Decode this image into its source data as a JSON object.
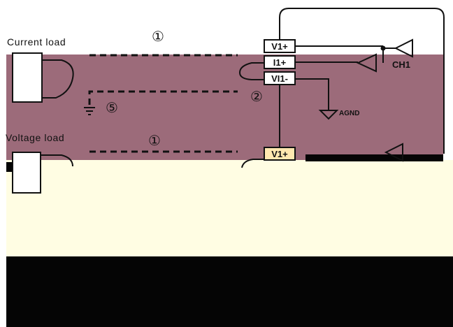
{
  "labels": {
    "current_load": "Current load",
    "voltage_load": "Voltage load",
    "marker_1_top": "①",
    "marker_1_bottom": "①",
    "marker_2": "②",
    "marker_5": "⑤",
    "agnd": "AGND",
    "ch1": "CH1"
  },
  "terminals": {
    "t1": "V1+",
    "t2": "I1+",
    "t3": "VI1-",
    "t4": "V1+"
  },
  "colors": {
    "mauve_band": "#9c6b7a",
    "black_band": "#050505",
    "cream_band": "#fffde3",
    "line": "#111111"
  }
}
